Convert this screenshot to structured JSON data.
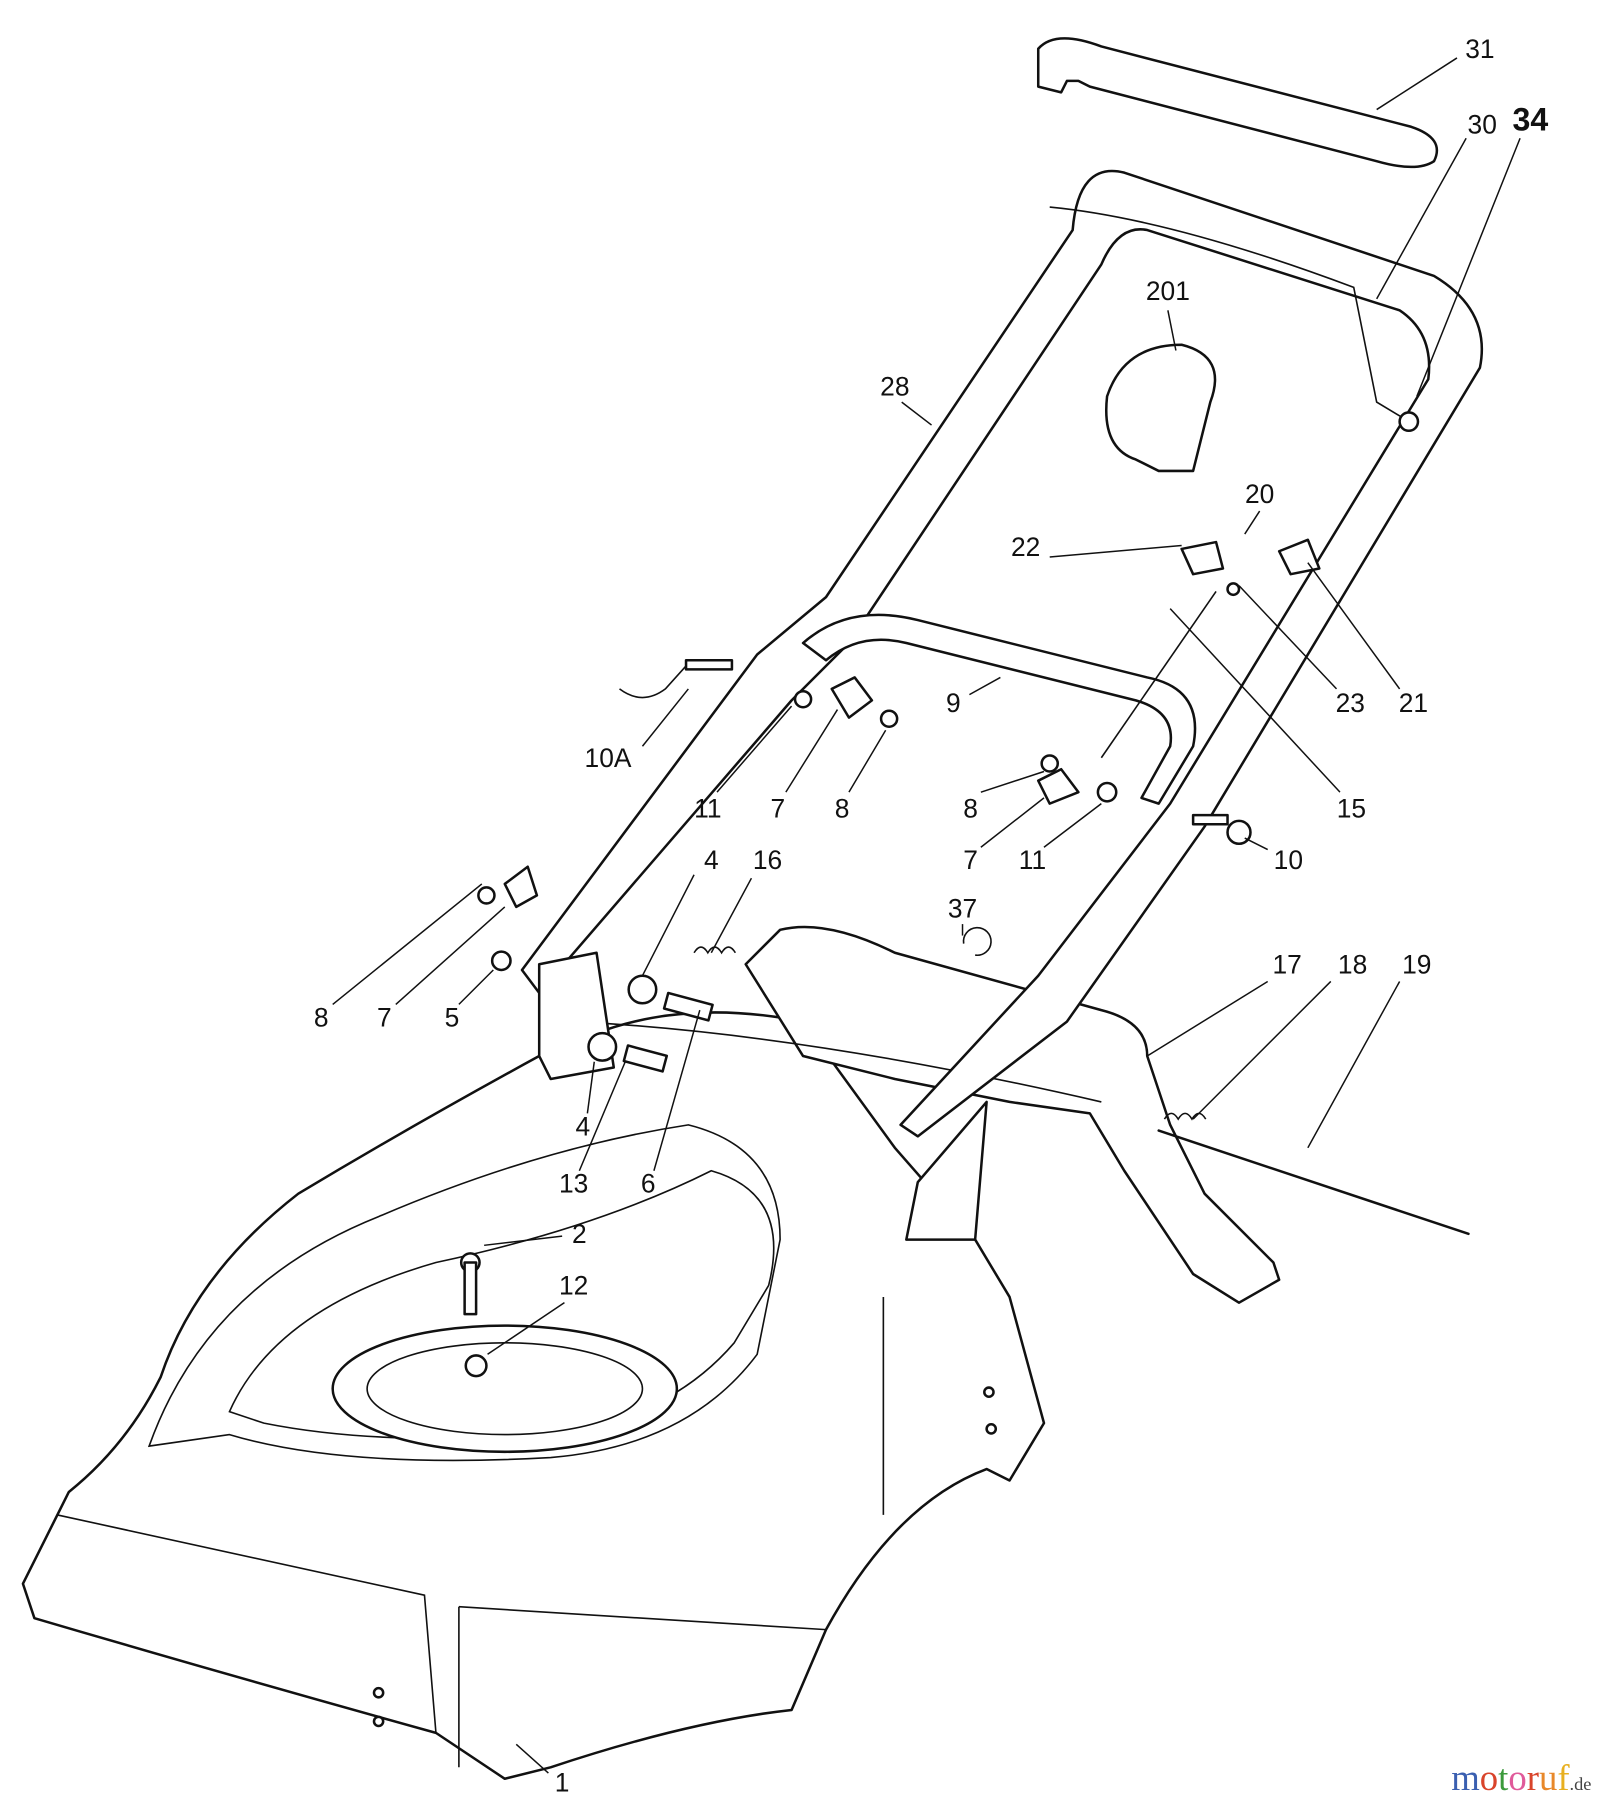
{
  "diagram": {
    "labels": [
      {
        "id": "31",
        "text": "31"
      },
      {
        "id": "30",
        "text": "30"
      },
      {
        "id": "34",
        "text": "34"
      },
      {
        "id": "201",
        "text": "201"
      },
      {
        "id": "28",
        "text": "28"
      },
      {
        "id": "20",
        "text": "20"
      },
      {
        "id": "22",
        "text": "22"
      },
      {
        "id": "9",
        "text": "9"
      },
      {
        "id": "23",
        "text": "23"
      },
      {
        "id": "21",
        "text": "21"
      },
      {
        "id": "10A",
        "text": "10A"
      },
      {
        "id": "11a",
        "text": "11"
      },
      {
        "id": "7a",
        "text": "7"
      },
      {
        "id": "8a",
        "text": "8"
      },
      {
        "id": "15",
        "text": "15"
      },
      {
        "id": "8b",
        "text": "8"
      },
      {
        "id": "7b",
        "text": "7"
      },
      {
        "id": "11b",
        "text": "11"
      },
      {
        "id": "10",
        "text": "10"
      },
      {
        "id": "4a",
        "text": "4"
      },
      {
        "id": "16",
        "text": "16"
      },
      {
        "id": "37",
        "text": "37"
      },
      {
        "id": "17",
        "text": "17"
      },
      {
        "id": "18",
        "text": "18"
      },
      {
        "id": "19",
        "text": "19"
      },
      {
        "id": "8c",
        "text": "8"
      },
      {
        "id": "7c",
        "text": "7"
      },
      {
        "id": "5",
        "text": "5"
      },
      {
        "id": "4b",
        "text": "4"
      },
      {
        "id": "13",
        "text": "13"
      },
      {
        "id": "6",
        "text": "6"
      },
      {
        "id": "2",
        "text": "2"
      },
      {
        "id": "12",
        "text": "12"
      },
      {
        "id": "1",
        "text": "1"
      }
    ]
  },
  "watermark": {
    "letters": [
      "m",
      "o",
      "t",
      "o",
      "r",
      "u",
      "f"
    ],
    "colors": [
      "#3a5fb0",
      "#d9442b",
      "#3c9a3c",
      "#e05a9a",
      "#d9442b",
      "#e8882a",
      "#e8b020"
    ],
    "suffix": ".de"
  }
}
